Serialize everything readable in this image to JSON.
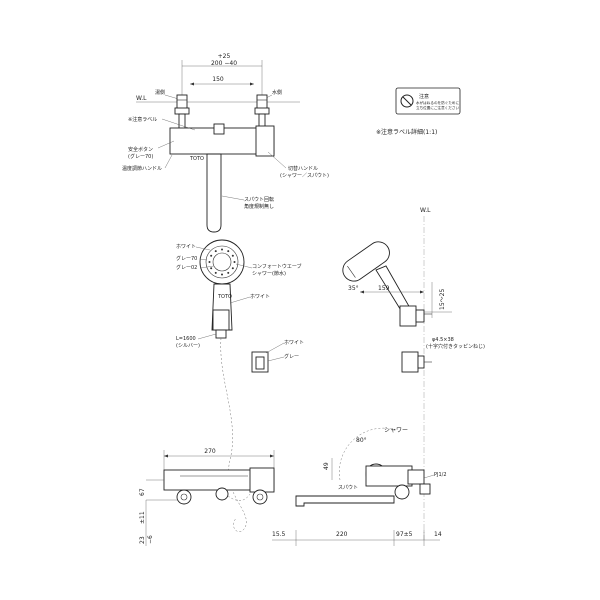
{
  "labels": {
    "dim_plus25": "+25",
    "dim_200_40": "200 −40",
    "dim_150": "150",
    "wl_left": "W.L",
    "wl_right": "W.L",
    "hot_side": "湯側",
    "water_side": "水側",
    "caution_label": "※注意ラベル",
    "safety_button": "安全ボタン",
    "safety_button_color": "(グレー70)",
    "temp_handle": "温度調節ハンドル",
    "toto_1": "TOTO",
    "switch_handle": "切替ハンドル",
    "switch_handle_sub": "(シャワー／スパウト)",
    "spout_rotation": "スパウト回転",
    "angle_limit": "角度規制無し",
    "white_1": "ホワイト",
    "gray70": "グレー70",
    "gray02": "グレー02",
    "comfort_wave": "コンフォートウエーブ",
    "comfort_wave_sub": "シャワー(節水)",
    "toto_2": "TOTO",
    "white_2": "ホワイト",
    "hose_len": "L=1600",
    "hose_color": "(シルバー)",
    "white_3": "ホワイト",
    "gray_holder": "グレー",
    "caution_detail": "※注意ラベル詳細(1:1)",
    "caution_box_1": "注意",
    "caution_box_2": "水がはねるのを防ぐために",
    "caution_box_3": "立ち位置にご注意ください",
    "dim_35": "35°",
    "dim_159": "159",
    "dim_15_25": "15～25",
    "screw_1": "φ4.5×38",
    "screw_2": "(十字穴付きタッピンねじ)",
    "shower": "シャワー",
    "dim_80": "80°",
    "spout_label": "スパウト",
    "pj": "PJ1/2",
    "dim_49": "49",
    "dim_270": "270",
    "dim_67": "67",
    "dim_11": "±11",
    "dim_23": "23",
    "dim_6": "−6",
    "dim_15_5": "15.5",
    "dim_220": "220",
    "dim_97": "97±5",
    "dim_14": "14"
  }
}
